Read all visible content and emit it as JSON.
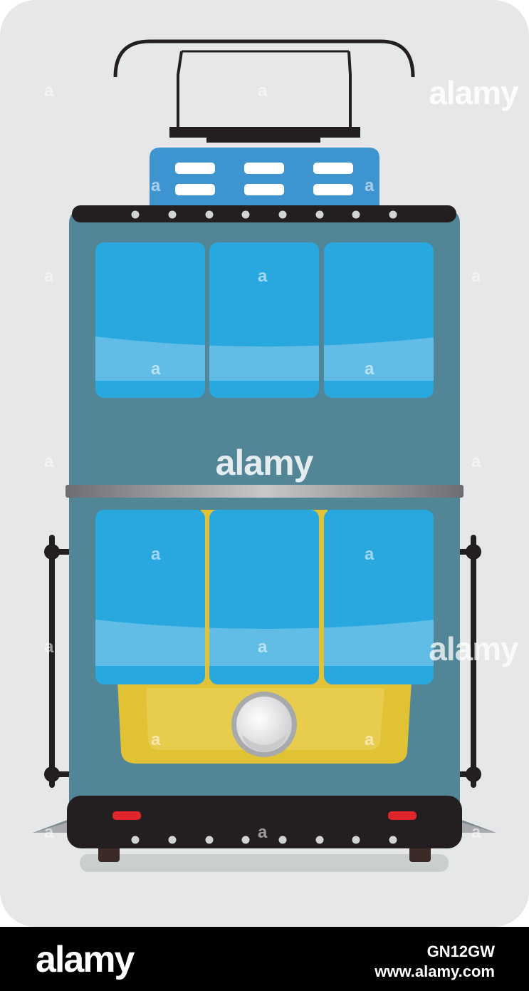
{
  "illustration": {
    "subject": "tram-front",
    "colors": {
      "background": "#E6E7E9",
      "body": "#528595",
      "window": "#29A8E0",
      "window_reflection": "#61BDE6",
      "roof_vent": "#3E94CF",
      "cab_panel": "#E2C235",
      "bumper": "#231F20",
      "tail_light": "#E0262B",
      "headlight": "#E6E7E8",
      "trim": "#A7A9AC"
    }
  },
  "watermark": {
    "center_text": "alamy",
    "corner_text": "alamy",
    "tile_letter": "a"
  },
  "footer": {
    "brand": "alamy",
    "image_id": "GN12GW",
    "site": "www.alamy.com"
  }
}
